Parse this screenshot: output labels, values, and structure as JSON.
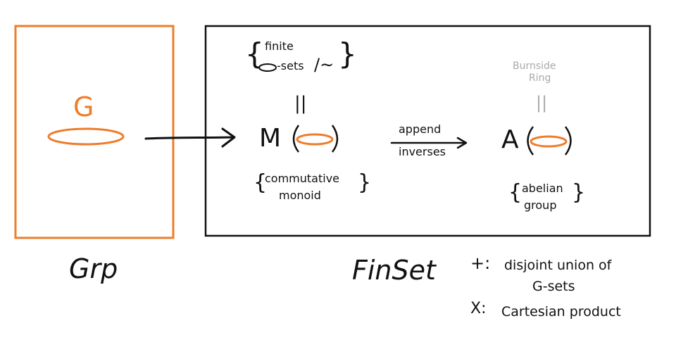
{
  "grp_box": {
    "object": "G",
    "category_label": "Grp"
  },
  "finset_box": {
    "category_label": "FinSet",
    "monoid": {
      "symbol": "M",
      "top_desc_line1": "finite",
      "top_desc_line2": "-sets",
      "quotient": "/~",
      "equals": "||",
      "bottom_desc_line1": "commutative",
      "bottom_desc_line2": "monoid"
    },
    "arrow_label_top": "append",
    "arrow_label_bottom": "inverses",
    "group": {
      "symbol": "A",
      "top_desc_line1": "Burnside",
      "top_desc_line2": "Ring",
      "equals": "||",
      "bottom_desc_line1": "abelian",
      "bottom_desc_line2": "group"
    }
  },
  "notes": {
    "plus_symbol": "+:",
    "plus_text_line1": "disjoint union of",
    "plus_text_line2": "G-sets",
    "times_symbol": "X:",
    "times_text": "Cartesian product"
  },
  "colors": {
    "orange": "#ee7d2b",
    "black": "#111111",
    "grey": "#a9a9a9"
  }
}
